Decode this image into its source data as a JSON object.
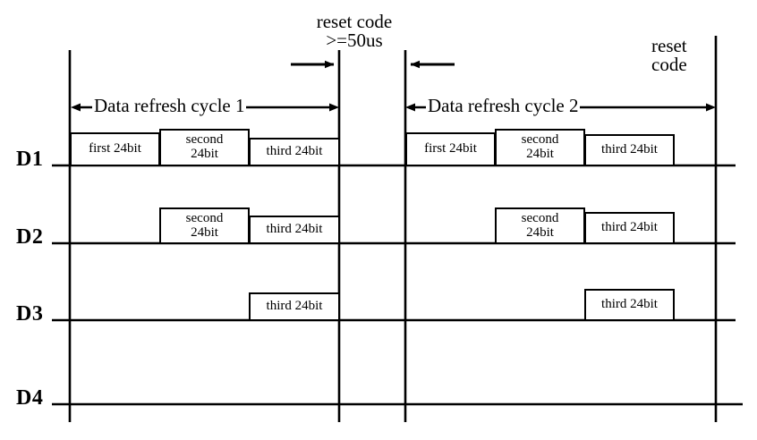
{
  "diagram": {
    "kind": "timing-diagram",
    "title_top": {
      "line1": "reset code",
      "line2": ">=50us"
    },
    "title_right": {
      "line1": "reset",
      "line2": "code"
    },
    "cycles": [
      {
        "id": "cycle1",
        "label": "Data refresh cycle 1"
      },
      {
        "id": "cycle2",
        "label": "Data refresh cycle 2"
      }
    ],
    "rails": [
      {
        "id": "D1",
        "label": "D1"
      },
      {
        "id": "D2",
        "label": "D2"
      },
      {
        "id": "D3",
        "label": "D3"
      },
      {
        "id": "D4",
        "label": "D4"
      }
    ],
    "packets": {
      "d1_c1_a": "first 24bit",
      "d1_c1_b": "second\n24bit",
      "d1_c1_b_l1": "second",
      "d1_c1_b_l2": "24bit",
      "d1_c1_c": "third 24bit",
      "d1_c2_a": "first 24bit",
      "d1_c2_b_l1": "second",
      "d1_c2_b_l2": "24bit",
      "d1_c2_c": "third 24bit",
      "d2_c1_b_l1": "second",
      "d2_c1_b_l2": "24bit",
      "d2_c1_c": "third 24bit",
      "d2_c2_b_l1": "second",
      "d2_c2_b_l2": "24bit",
      "d2_c2_c": "third 24bit",
      "d3_c1_c": "third 24bit",
      "d3_c2_c": "third 24bit"
    },
    "colors": {
      "line": "#000000",
      "background": "#ffffff",
      "text": "#000000"
    }
  }
}
